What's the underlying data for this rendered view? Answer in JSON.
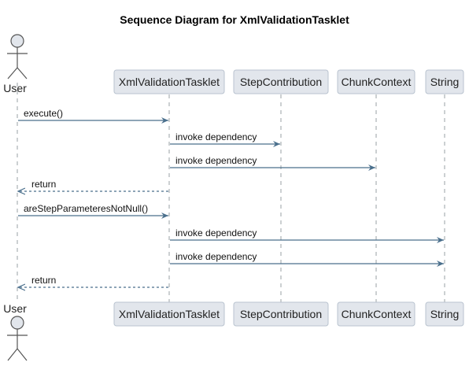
{
  "diagram": {
    "title": "Sequence Diagram for XmlValidationTasklet",
    "colors": {
      "participant_fill": "#e2e6ec",
      "participant_border": "#b9c3cf",
      "arrow": "#4a6f8c",
      "lifeline": "#9aa0a6"
    },
    "participants": [
      {
        "id": "user",
        "label": "User",
        "kind": "actor"
      },
      {
        "id": "tasklet",
        "label": "XmlValidationTasklet",
        "kind": "participant"
      },
      {
        "id": "step",
        "label": "StepContribution",
        "kind": "participant"
      },
      {
        "id": "chunk",
        "label": "ChunkContext",
        "kind": "participant"
      },
      {
        "id": "string",
        "label": "String",
        "kind": "participant"
      }
    ],
    "messages": [
      {
        "from": "user",
        "to": "tasklet",
        "label": "execute()",
        "kind": "call"
      },
      {
        "from": "tasklet",
        "to": "step",
        "label": "invoke dependency",
        "kind": "call"
      },
      {
        "from": "tasklet",
        "to": "chunk",
        "label": "invoke dependency",
        "kind": "call"
      },
      {
        "from": "tasklet",
        "to": "user",
        "label": "return",
        "kind": "return"
      },
      {
        "from": "user",
        "to": "tasklet",
        "label": "areStepParameteresNotNull()",
        "kind": "call"
      },
      {
        "from": "tasklet",
        "to": "string",
        "label": "invoke dependency",
        "kind": "call"
      },
      {
        "from": "tasklet",
        "to": "string",
        "label": "invoke dependency",
        "kind": "call"
      },
      {
        "from": "tasklet",
        "to": "user",
        "label": "return",
        "kind": "return"
      }
    ]
  }
}
